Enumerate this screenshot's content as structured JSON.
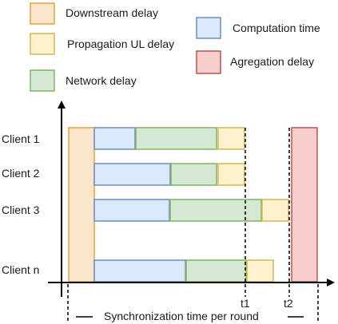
{
  "legend": {
    "downstream": {
      "label": "Downstream delay",
      "fill": "#fce5cd",
      "stroke": "#e6a23a"
    },
    "propagation_ul": {
      "label": "Propagation UL delay",
      "fill": "#fff2cc",
      "stroke": "#d6b656"
    },
    "network": {
      "label": "Network delay",
      "fill": "#d5e8d4",
      "stroke": "#82b366"
    },
    "computation": {
      "label": "Computation time",
      "fill": "#dae8fc",
      "stroke": "#6c8ebf"
    },
    "aggregation": {
      "label": "Agregation delay",
      "fill": "#f8cecc",
      "stroke": "#b85450"
    }
  },
  "clients": [
    {
      "label": "Client 1"
    },
    {
      "label": "Client 2"
    },
    {
      "label": "Client 3"
    },
    {
      "label": "Client n"
    }
  ],
  "markers": {
    "t1": "t1",
    "t2": "t2"
  },
  "footer": {
    "label": "Synchronization time per round"
  }
}
